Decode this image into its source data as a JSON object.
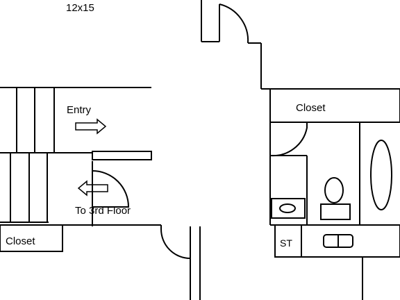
{
  "plan": {
    "labels": {
      "room_size": "12x15",
      "entry": "Entry",
      "closet_right": "Closet",
      "closet_left": "Closet",
      "stairs_up": "To 3rd Floor",
      "storage": "ST"
    },
    "icons": {
      "entry_arrow": "arrow-right-icon",
      "stairs_arrow": "arrow-left-icon"
    }
  }
}
